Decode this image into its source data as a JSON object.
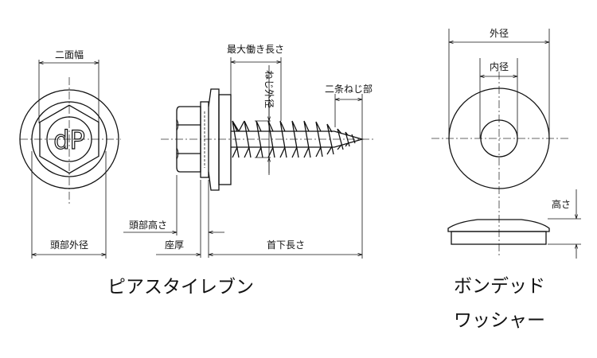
{
  "screw": {
    "title": "ピアスタイレブン",
    "logo_text": "dP",
    "labels": {
      "across_flats": "二面幅",
      "head_outer_dia": "頭部外径",
      "max_grip_length": "最大働き長さ",
      "thread_outer_dia": "ねじ外径",
      "double_thread": "二条ねじ部",
      "head_height": "頭部高さ",
      "washer_thickness": "座厚",
      "length_under_head": "首下長さ"
    }
  },
  "washer": {
    "title_line1": "ボンデッド",
    "title_line2": "ワッシャー",
    "labels": {
      "outer_dia": "外径",
      "inner_dia": "内径",
      "height": "高さ"
    }
  }
}
